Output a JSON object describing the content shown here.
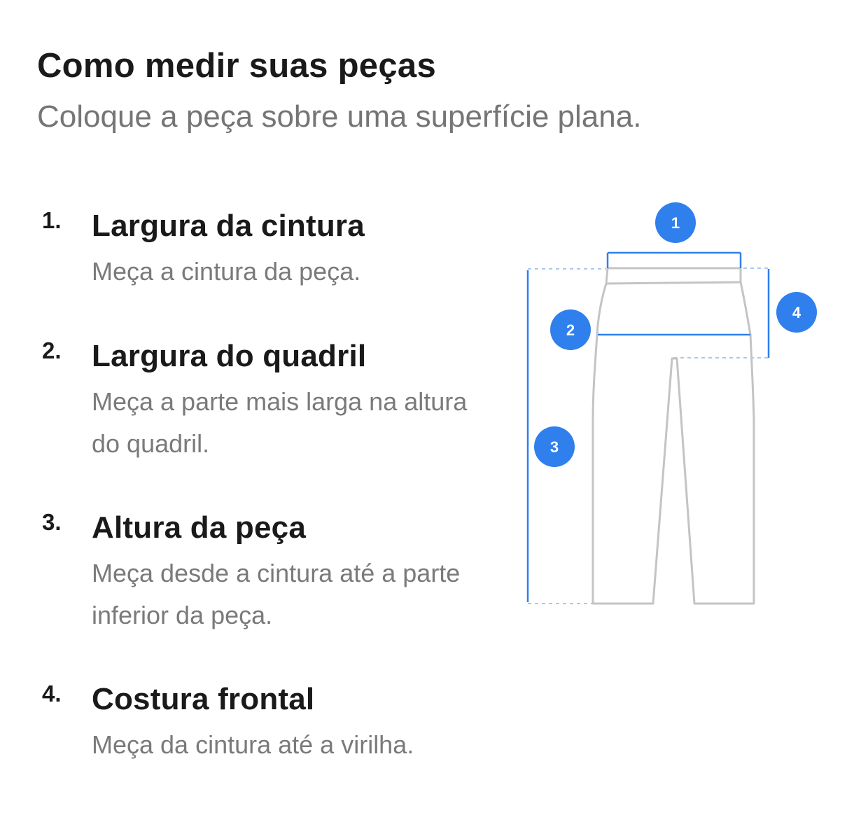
{
  "header": {
    "title": "Como medir suas peças",
    "subtitle": "Coloque a peça sobre uma superfície plana."
  },
  "steps": [
    {
      "number": "1.",
      "title": "Largura da cintura",
      "description": "Meça a cintura da peça."
    },
    {
      "number": "2.",
      "title": "Largura do quadril",
      "description": "Meça a parte mais larga na altura do quadril."
    },
    {
      "number": "3.",
      "title": "Altura da peça",
      "description": "Meça desde a cintura até a parte inferior da peça."
    },
    {
      "number": "4.",
      "title": "Costura frontal",
      "description": "Meça da cintura até a virilha."
    }
  ],
  "diagram": {
    "badges": [
      "1",
      "2",
      "3",
      "4"
    ],
    "icon": "pants-measurement-icon",
    "colors": {
      "badge": "#2f80ed",
      "measure_line": "#2f80ed",
      "dashed_line": "#a9c8f0",
      "garment_outline": "#c4c4c4"
    }
  }
}
